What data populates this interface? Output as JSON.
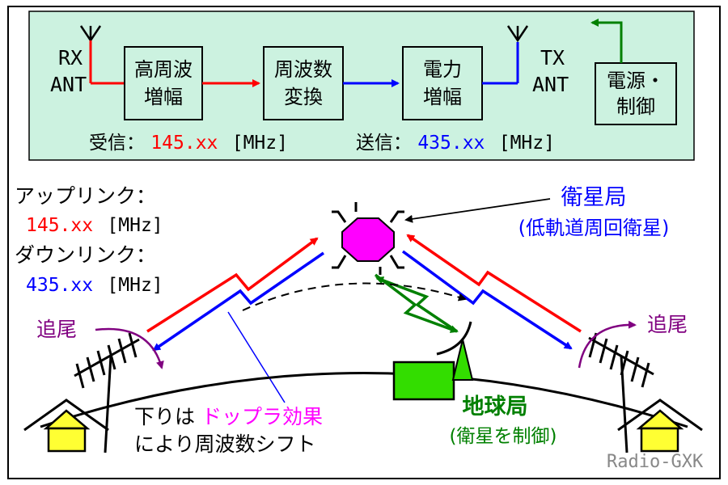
{
  "transponder": {
    "rx_ant_line1": "RX",
    "rx_ant_line2": "ANT",
    "tx_ant_line1": "TX",
    "tx_ant_line2": "ANT",
    "blocks": {
      "hf_amp_1": "高周波",
      "hf_amp_2": "増幅",
      "freq_conv_1": "周波数",
      "freq_conv_2": "変換",
      "power_amp_1": "電力",
      "power_amp_2": "増幅",
      "power_ctrl_1": "電源・",
      "power_ctrl_2": "制御"
    },
    "rx_label": "受信：",
    "rx_freq": "145.xx",
    "rx_unit": "[MHz]",
    "tx_label": "送信：",
    "tx_freq": "435.xx",
    "tx_unit": "[MHz]"
  },
  "links": {
    "uplink_label": "アップリンク：",
    "uplink_freq": "145.xx",
    "uplink_unit": "[MHz]",
    "downlink_label": "ダウンリンク：",
    "downlink_freq": "435.xx",
    "downlink_unit": "[MHz]"
  },
  "satellite": {
    "title": "衛星局",
    "subtitle": "(低軌道周回衛星)"
  },
  "tracking": {
    "left": "追尾",
    "right": "追尾"
  },
  "doppler": {
    "line1_prefix": "下りは",
    "line1_highlight": "ドップラ効果",
    "line2": "により周波数シフト"
  },
  "ground_station": {
    "title": "地球局",
    "subtitle": "(衛星を制御)"
  },
  "watermark": "Radio-GXK",
  "colors": {
    "panel_fill": "#ccf2e0",
    "uplink": "#ff0000",
    "downlink": "#0000ff",
    "control": "#008000",
    "satellite": "#ff00ff",
    "house": "#ffff33",
    "station_box": "#33dd00",
    "tracking": "#800080",
    "text": "#000000"
  }
}
